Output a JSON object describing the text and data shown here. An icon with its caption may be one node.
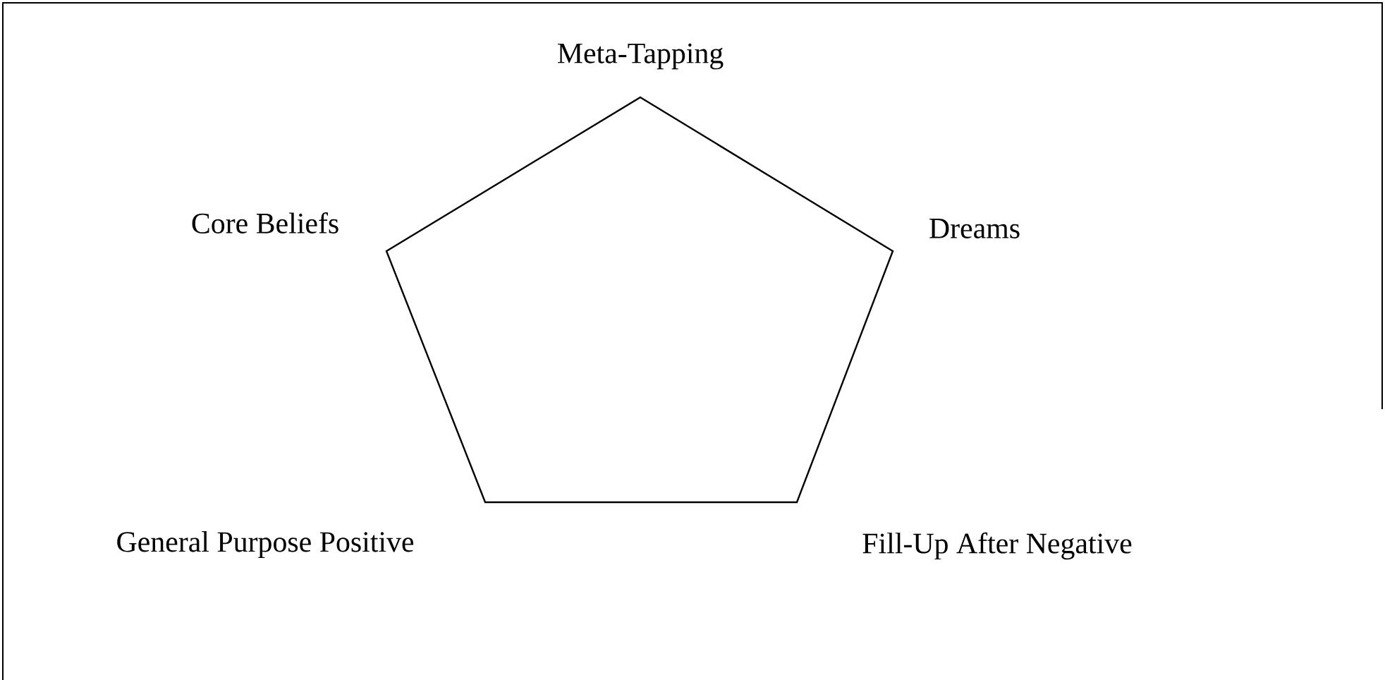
{
  "diagram": {
    "nodes": [
      {
        "text": [],
        "shape": "pentagon"
      }
    ],
    "labels": [
      "Meta-Tapping",
      "Core Beliefs",
      "Dreams",
      "General Purpose Positive",
      "Fill-Up After Negative"
    ]
  }
}
